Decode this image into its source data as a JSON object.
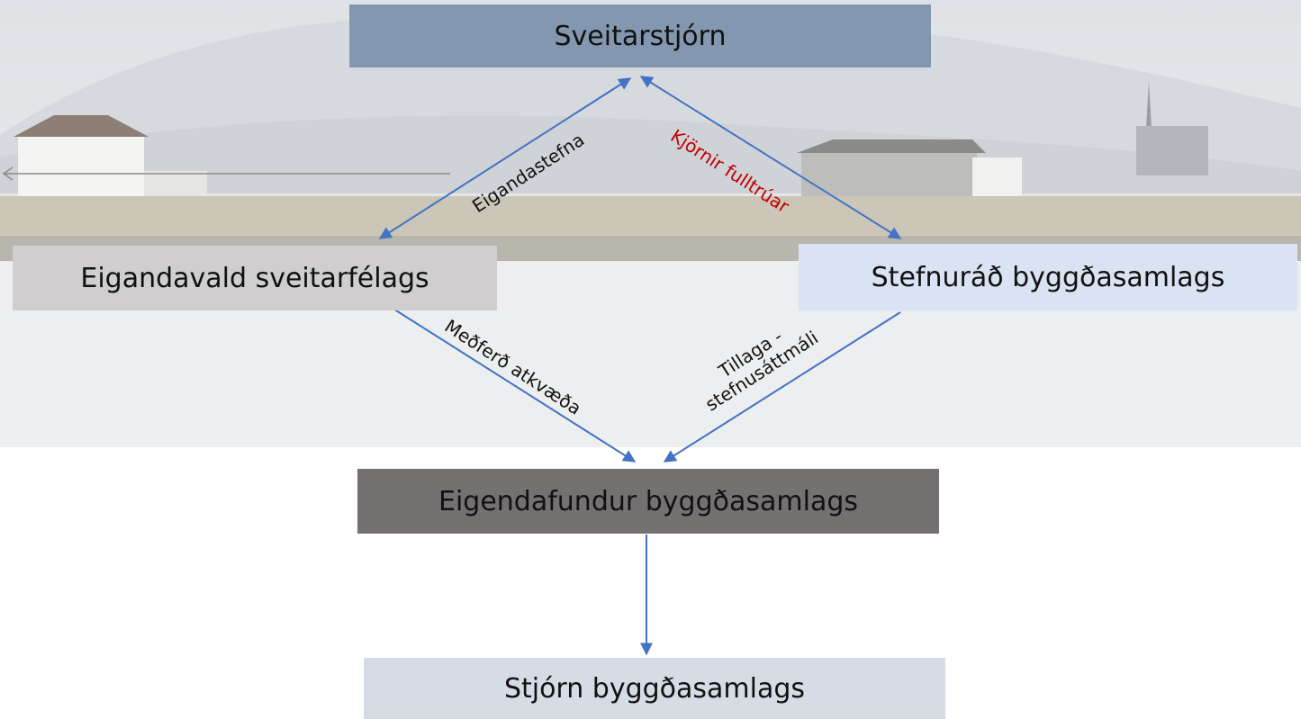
{
  "nodes": {
    "sveitarstjorn": {
      "label": "Sveitarstjórn",
      "fill": "#8497B0",
      "text_color": "#111111"
    },
    "eigandavald": {
      "label": "Eigandavald sveitarfélags",
      "fill": "#D0CECE",
      "text_color": "#111111"
    },
    "stefnurad": {
      "label": "Stefnuráð byggðasamlags",
      "fill": "#DAE3F3",
      "text_color": "#111111"
    },
    "eigendafundur": {
      "label": "Eigendafundur byggðasamlags",
      "fill": "#767171",
      "text_color": "#111111"
    },
    "stjorn": {
      "label": "Stjórn byggðasamlags",
      "fill": "#D6DCE5",
      "text_color": "#111111"
    }
  },
  "edges": [
    {
      "from": "sveitarstjorn",
      "to": "eigandavald",
      "label": "Eigandastefna",
      "label_color": "#111111",
      "direction": "both"
    },
    {
      "from": "sveitarstjorn",
      "to": "stefnurad",
      "label": "Kjörnir fulltrúar",
      "label_color": "#C00000",
      "direction": "both"
    },
    {
      "from": "eigandavald",
      "to": "eigendafundur",
      "label": "Meðferð atkvæða",
      "label_color": "#111111",
      "direction": "forward"
    },
    {
      "from": "stefnurad",
      "to": "eigendafundur",
      "label_lines": [
        "Tillaga -",
        "stefnusáttmáli"
      ],
      "label_color": "#111111",
      "direction": "forward"
    },
    {
      "from": "eigendafundur",
      "to": "stjorn",
      "label": "",
      "direction": "forward"
    }
  ],
  "arrow_color": "#4472C4",
  "background": {
    "description_icon": "landscape-photo",
    "sky": "#E9EBEE",
    "field": "#C9C4B5",
    "water": "#EDEFF1"
  }
}
